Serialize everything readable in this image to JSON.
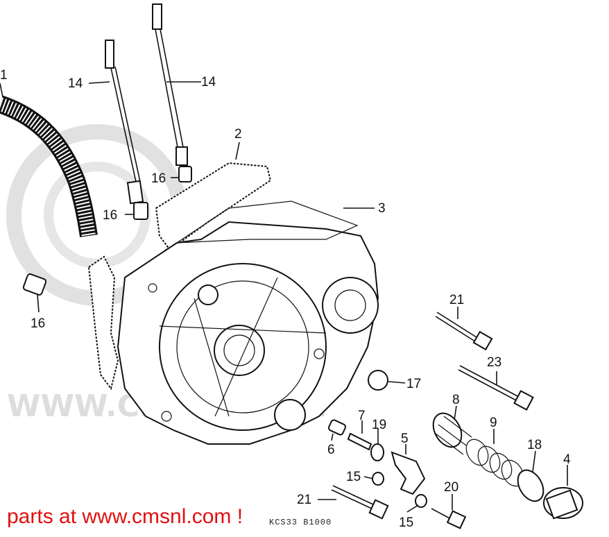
{
  "diagram": {
    "labels": {
      "p1": "1",
      "p2": "2",
      "p3": "3",
      "p4": "4",
      "p5": "5",
      "p6": "6",
      "p7": "7",
      "p8": "8",
      "p9": "9",
      "p14a": "14",
      "p14b": "14",
      "p15a": "15",
      "p15b": "15",
      "p16a": "16",
      "p16b": "16",
      "p16c": "16",
      "p17": "17",
      "p18": "18",
      "p19": "19",
      "p20": "20",
      "p21a": "21",
      "p21b": "21",
      "p23": "23"
    },
    "watermark": "WWW.CMSNL.COM",
    "drawing_code": "KCS33 B1000"
  },
  "footer": {
    "text": "parts at www.cmsnl.com !"
  },
  "colors": {
    "footer": "#e01010",
    "watermark": "#dadada",
    "ink": "#111111"
  }
}
